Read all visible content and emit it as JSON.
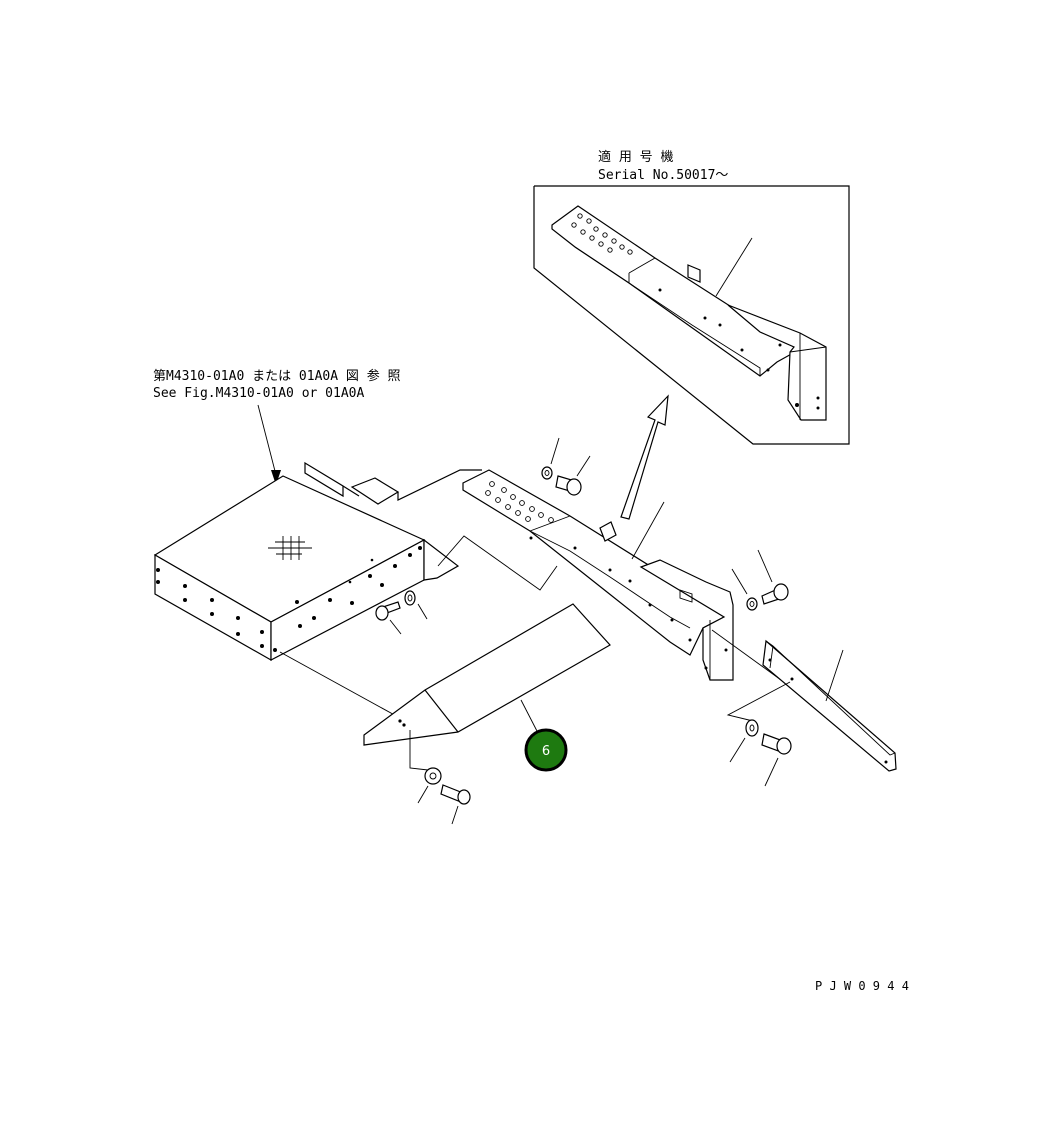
{
  "notes": {
    "serial_jp": "適 用 号 機",
    "serial_en": "Serial  No.50017～",
    "ref_jp": "第M4310-01A0 または 01A0A 図 参 照",
    "ref_en": "See  Fig.M4310-01A0  or  01A0A"
  },
  "callouts": [
    {
      "label": "6",
      "color": "#1e7a10"
    }
  ],
  "drawing_code": "P J W 0 9 4 4",
  "colors": {
    "line": "#000000",
    "callout_fill": "#1e7a10",
    "callout_ring": "#000000",
    "background": "#ffffff"
  }
}
